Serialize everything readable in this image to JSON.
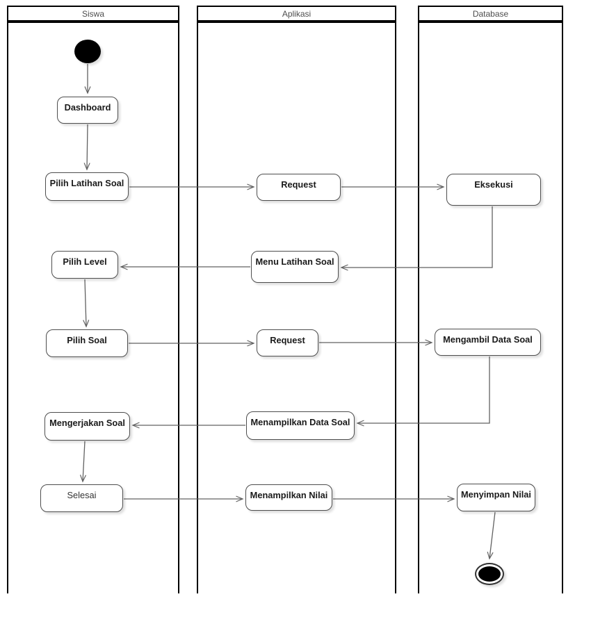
{
  "diagram": {
    "type": "uml-activity-swimlane",
    "lanes": [
      {
        "id": "siswa",
        "label": "Siswa"
      },
      {
        "id": "aplikasi",
        "label": "Aplikasi"
      },
      {
        "id": "database",
        "label": "Database"
      }
    ],
    "nodes": [
      {
        "id": "start",
        "kind": "initial",
        "lane": "siswa",
        "label": ""
      },
      {
        "id": "dashboard",
        "kind": "activity",
        "lane": "siswa",
        "label": "Dashboard"
      },
      {
        "id": "pilih-latihan-soal",
        "kind": "activity",
        "lane": "siswa",
        "label": "Pilih Latihan Soal"
      },
      {
        "id": "request-1",
        "kind": "activity",
        "lane": "aplikasi",
        "label": "Request"
      },
      {
        "id": "eksekusi",
        "kind": "activity",
        "lane": "database",
        "label": "Eksekusi"
      },
      {
        "id": "pilih-level",
        "kind": "activity",
        "lane": "siswa",
        "label": "Pilih Level"
      },
      {
        "id": "menu-latihan-soal",
        "kind": "activity",
        "lane": "aplikasi",
        "label": "Menu Latihan Soal"
      },
      {
        "id": "pilih-soal",
        "kind": "activity",
        "lane": "siswa",
        "label": "Pilih Soal"
      },
      {
        "id": "request-2",
        "kind": "activity",
        "lane": "aplikasi",
        "label": "Request"
      },
      {
        "id": "mengambil-data-soal",
        "kind": "activity",
        "lane": "database",
        "label": "Mengambil Data Soal"
      },
      {
        "id": "mengerjakan-soal",
        "kind": "activity",
        "lane": "siswa",
        "label": "Mengerjakan Soal"
      },
      {
        "id": "menampilkan-data-soal",
        "kind": "activity",
        "lane": "aplikasi",
        "label": "Menampilkan Data Soal"
      },
      {
        "id": "selesai",
        "kind": "activity",
        "lane": "siswa",
        "label": "Selesai"
      },
      {
        "id": "menampilkan-nilai",
        "kind": "activity",
        "lane": "aplikasi",
        "label": "Menampilkan Nilai"
      },
      {
        "id": "menyimpan-nilai",
        "kind": "activity",
        "lane": "database",
        "label": "Menyimpan Nilai"
      },
      {
        "id": "end",
        "kind": "final",
        "lane": "database",
        "label": ""
      }
    ],
    "edges": [
      {
        "from": "start",
        "to": "dashboard"
      },
      {
        "from": "dashboard",
        "to": "pilih-latihan-soal"
      },
      {
        "from": "pilih-latihan-soal",
        "to": "request-1"
      },
      {
        "from": "request-1",
        "to": "eksekusi"
      },
      {
        "from": "eksekusi",
        "to": "menu-latihan-soal"
      },
      {
        "from": "menu-latihan-soal",
        "to": "pilih-level"
      },
      {
        "from": "pilih-level",
        "to": "pilih-soal"
      },
      {
        "from": "pilih-soal",
        "to": "request-2"
      },
      {
        "from": "request-2",
        "to": "mengambil-data-soal"
      },
      {
        "from": "mengambil-data-soal",
        "to": "menampilkan-data-soal"
      },
      {
        "from": "menampilkan-data-soal",
        "to": "mengerjakan-soal"
      },
      {
        "from": "mengerjakan-soal",
        "to": "selesai"
      },
      {
        "from": "selesai",
        "to": "menampilkan-nilai"
      },
      {
        "from": "menampilkan-nilai",
        "to": "menyimpan-nilai"
      },
      {
        "from": "menyimpan-nilai",
        "to": "end"
      }
    ],
    "colors": {
      "lane_border": "#000000",
      "lane_header_text": "#4d4d4d",
      "node_fill": "#ffffff",
      "node_border": "#4d4d4d",
      "node_text": "#1a1a1a",
      "connector": "#616161",
      "start_final_fill": "#000000"
    }
  }
}
